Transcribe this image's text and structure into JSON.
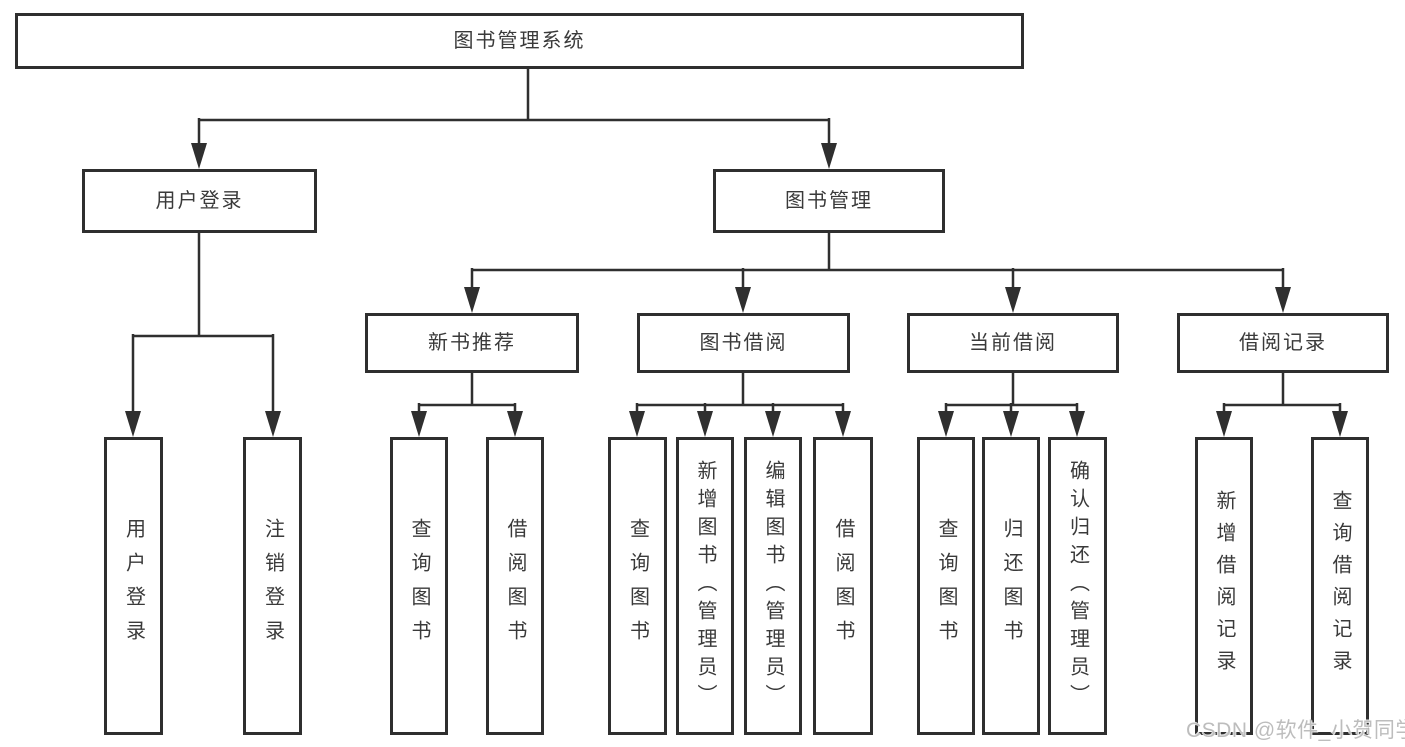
{
  "diagram": {
    "root": {
      "label": "图书管理系统"
    },
    "branches": {
      "user_login": {
        "label": "用户登录",
        "children": [
          {
            "label": "用户登录"
          },
          {
            "label": "注销登录"
          }
        ]
      },
      "book_management": {
        "label": "图书管理",
        "children": [
          {
            "label": "新书推荐",
            "children": [
              {
                "label": "查询图书"
              },
              {
                "label": "借阅图书"
              }
            ]
          },
          {
            "label": "图书借阅",
            "children": [
              {
                "label": "查询图书"
              },
              {
                "label": "新增图书（管理员）"
              },
              {
                "label": "编辑图书（管理员）"
              },
              {
                "label": "借阅图书"
              }
            ]
          },
          {
            "label": "当前借阅",
            "children": [
              {
                "label": "查询图书"
              },
              {
                "label": "归还图书"
              },
              {
                "label": "确认归还（管理员）"
              }
            ]
          },
          {
            "label": "借阅记录",
            "children": [
              {
                "label": "新增借阅记录"
              },
              {
                "label": "查询借阅记录"
              }
            ]
          }
        ]
      }
    },
    "watermark": "CSDN @软件_小贺同学",
    "colors": {
      "line": "#2f2f2f",
      "box_border": "#2f2f2f",
      "text": "#3a3a3a",
      "watermark": "#bdbdbd",
      "background": "#ffffff"
    }
  }
}
